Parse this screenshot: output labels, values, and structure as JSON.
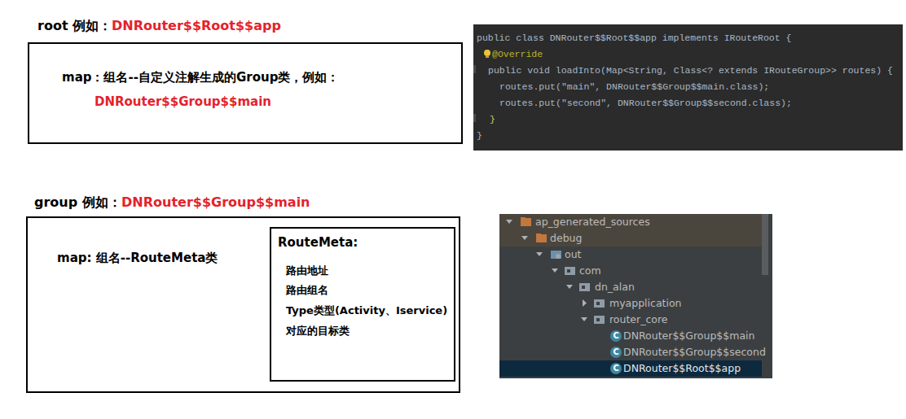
{
  "diagram": {
    "nodes": [
      {
        "text": [
          "root 例如：",
          "DNRouter$$Root$$app",
          "map：组名--自定义注解生成的Group类，例如：",
          "DNRouter$$Group$$main"
        ]
      },
      {
        "text": [
          "group 例如：",
          "DNRouter$$Group$$main",
          "map: 组名--RouteMeta类"
        ]
      },
      {
        "text": [
          "RouteMeta:",
          "路由地址",
          "路由组名",
          "Type类型(Activity、Iservice)",
          "对应的目标类"
        ],
        "in": 1
      }
    ],
    "labels": [
      "public class DNRouter$$Root$$app implements IRouteRoot {",
      "@Override",
      "public void loadInto(Map<String, Class<? extends IRouteGroup>> routes) {",
      "routes.put(\"main\", DNRouter$$Group$$main.class);",
      "routes.put(\"second\", DNRouter$$Group$$second.class);",
      "}",
      "}",
      "ap_generated_sources",
      "debug",
      "out",
      "com",
      "dn_alan",
      "myapplication",
      "router_core",
      "C",
      "DNRouter$$Group$$main",
      "C",
      "DNRouter$$Group$$second",
      "C",
      "DNRouter$$Root$$app"
    ]
  }
}
